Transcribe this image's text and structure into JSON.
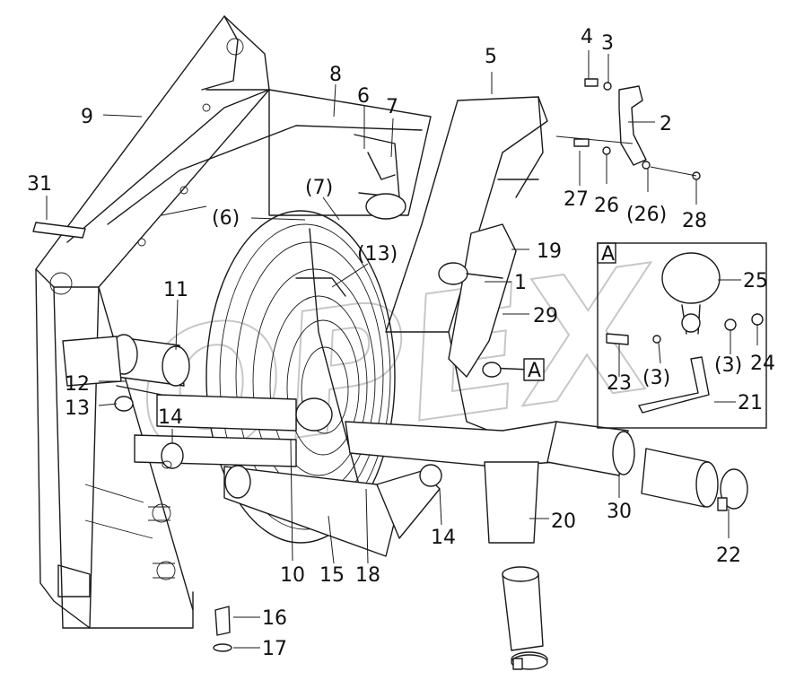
{
  "watermark": "OPEX",
  "detail_view": {
    "label": "A"
  },
  "callouts": [
    {
      "id": "c1",
      "text": "1"
    },
    {
      "id": "c2",
      "text": "2"
    },
    {
      "id": "c3",
      "text": "3"
    },
    {
      "id": "c4",
      "text": "4"
    },
    {
      "id": "c5",
      "text": "5"
    },
    {
      "id": "c6",
      "text": "6"
    },
    {
      "id": "c7",
      "text": "7"
    },
    {
      "id": "c8",
      "text": "8"
    },
    {
      "id": "c9",
      "text": "9"
    },
    {
      "id": "c10",
      "text": "10"
    },
    {
      "id": "c11",
      "text": "11"
    },
    {
      "id": "c12",
      "text": "12"
    },
    {
      "id": "c13",
      "text": "13"
    },
    {
      "id": "c14a",
      "text": "14"
    },
    {
      "id": "c14b",
      "text": "14"
    },
    {
      "id": "c15",
      "text": "15"
    },
    {
      "id": "c16",
      "text": "16"
    },
    {
      "id": "c17",
      "text": "17"
    },
    {
      "id": "c18",
      "text": "18"
    },
    {
      "id": "c19",
      "text": "19"
    },
    {
      "id": "c20",
      "text": "20"
    },
    {
      "id": "c21",
      "text": "21"
    },
    {
      "id": "c22",
      "text": "22"
    },
    {
      "id": "c23",
      "text": "23"
    },
    {
      "id": "c24",
      "text": "24"
    },
    {
      "id": "c25",
      "text": "25"
    },
    {
      "id": "c26a",
      "text": "26"
    },
    {
      "id": "c26b",
      "text": "(26)"
    },
    {
      "id": "c27",
      "text": "27"
    },
    {
      "id": "c28",
      "text": "28"
    },
    {
      "id": "c29",
      "text": "29"
    },
    {
      "id": "c30",
      "text": "30"
    },
    {
      "id": "c31",
      "text": "31"
    },
    {
      "id": "c6p",
      "text": "(6)"
    },
    {
      "id": "c7p",
      "text": "(7)"
    },
    {
      "id": "c13p",
      "text": "(13)"
    },
    {
      "id": "c3pa",
      "text": "(3)"
    },
    {
      "id": "c3pb",
      "text": "(3)"
    },
    {
      "id": "cA",
      "text": "A"
    }
  ]
}
